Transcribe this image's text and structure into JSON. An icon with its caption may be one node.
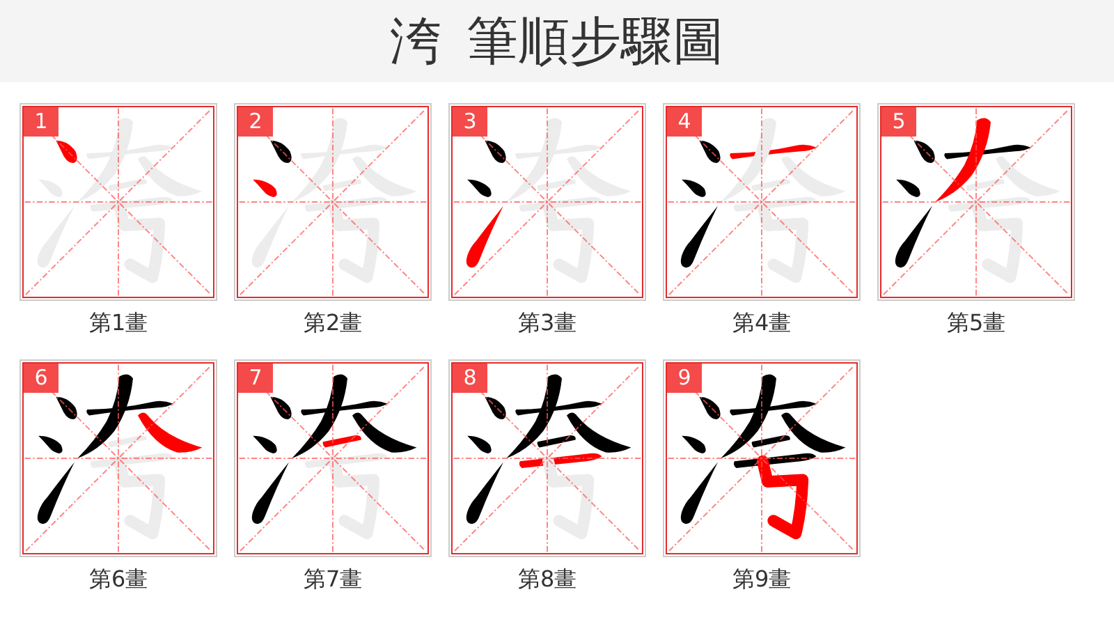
{
  "diagram": {
    "title": "洿 筆順步驟圖",
    "nodes": [
      {
        "text": [
          "1"
        ],
        "beside": [
          "第1畫"
        ]
      },
      {
        "text": [
          "2"
        ],
        "beside": [
          "第2畫"
        ]
      },
      {
        "text": [
          "3"
        ],
        "beside": [
          "第3畫"
        ]
      },
      {
        "text": [
          "4"
        ],
        "beside": [
          "第4畫"
        ]
      },
      {
        "text": [
          "5"
        ],
        "beside": [
          "第5畫"
        ]
      },
      {
        "text": [
          "6"
        ],
        "beside": [
          "第6畫"
        ]
      },
      {
        "text": [
          "7"
        ],
        "beside": [
          "第7畫"
        ]
      },
      {
        "text": [
          "8"
        ],
        "beside": [
          "第8畫"
        ]
      },
      {
        "text": [
          "9"
        ],
        "beside": [
          "第9畫"
        ]
      }
    ]
  }
}
